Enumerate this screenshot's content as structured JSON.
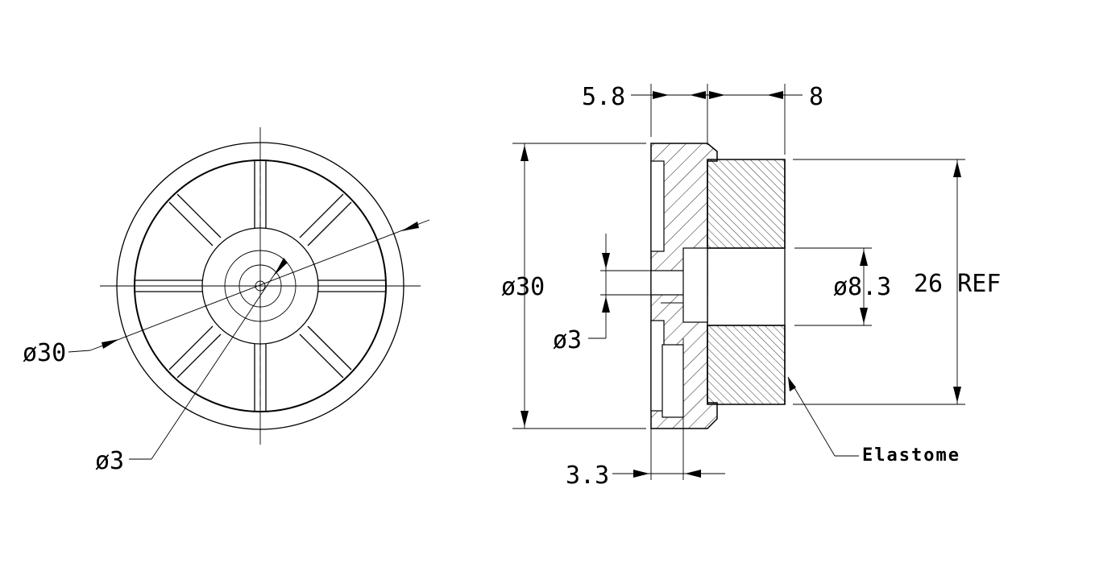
{
  "front_view": {
    "dia_outer_label": "ø30",
    "dia_hole_label": "ø3"
  },
  "side_view": {
    "dim_top_left": "5.8",
    "dim_top_right": "8",
    "dia_outer_label": "ø30",
    "dia_inner_label": "ø8.3",
    "ref_label": "26 REF",
    "hole_label": "ø3",
    "dim_bottom": "3.3",
    "material_label": "Elastome"
  }
}
